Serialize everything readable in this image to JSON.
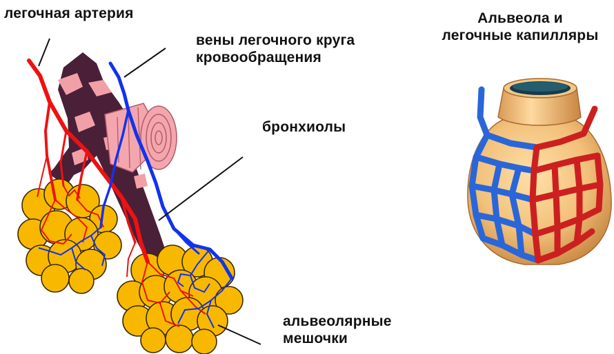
{
  "labels": {
    "pulmonary_artery": "легочная артерия",
    "pulmonary_veins_line1": "вены легочного круга",
    "pulmonary_veins_line2": "кровообращения",
    "bronchioles": "бронхиолы",
    "alveoli_title_line1": "Альвеола и",
    "alveoli_title_line2": "легочные капилляры",
    "alveolar_sacs_line1": "альвеолярные",
    "alveolar_sacs_line2": "мешочки"
  },
  "colors": {
    "artery": "#ee1111",
    "vein": "#1133ee",
    "bronchus": "#4a1f38",
    "cartilage": "#f2a0a8",
    "alveolus": "#f8b800",
    "alveolus_outline": "#7a5a00",
    "sac_wall": "#f0c080"
  }
}
